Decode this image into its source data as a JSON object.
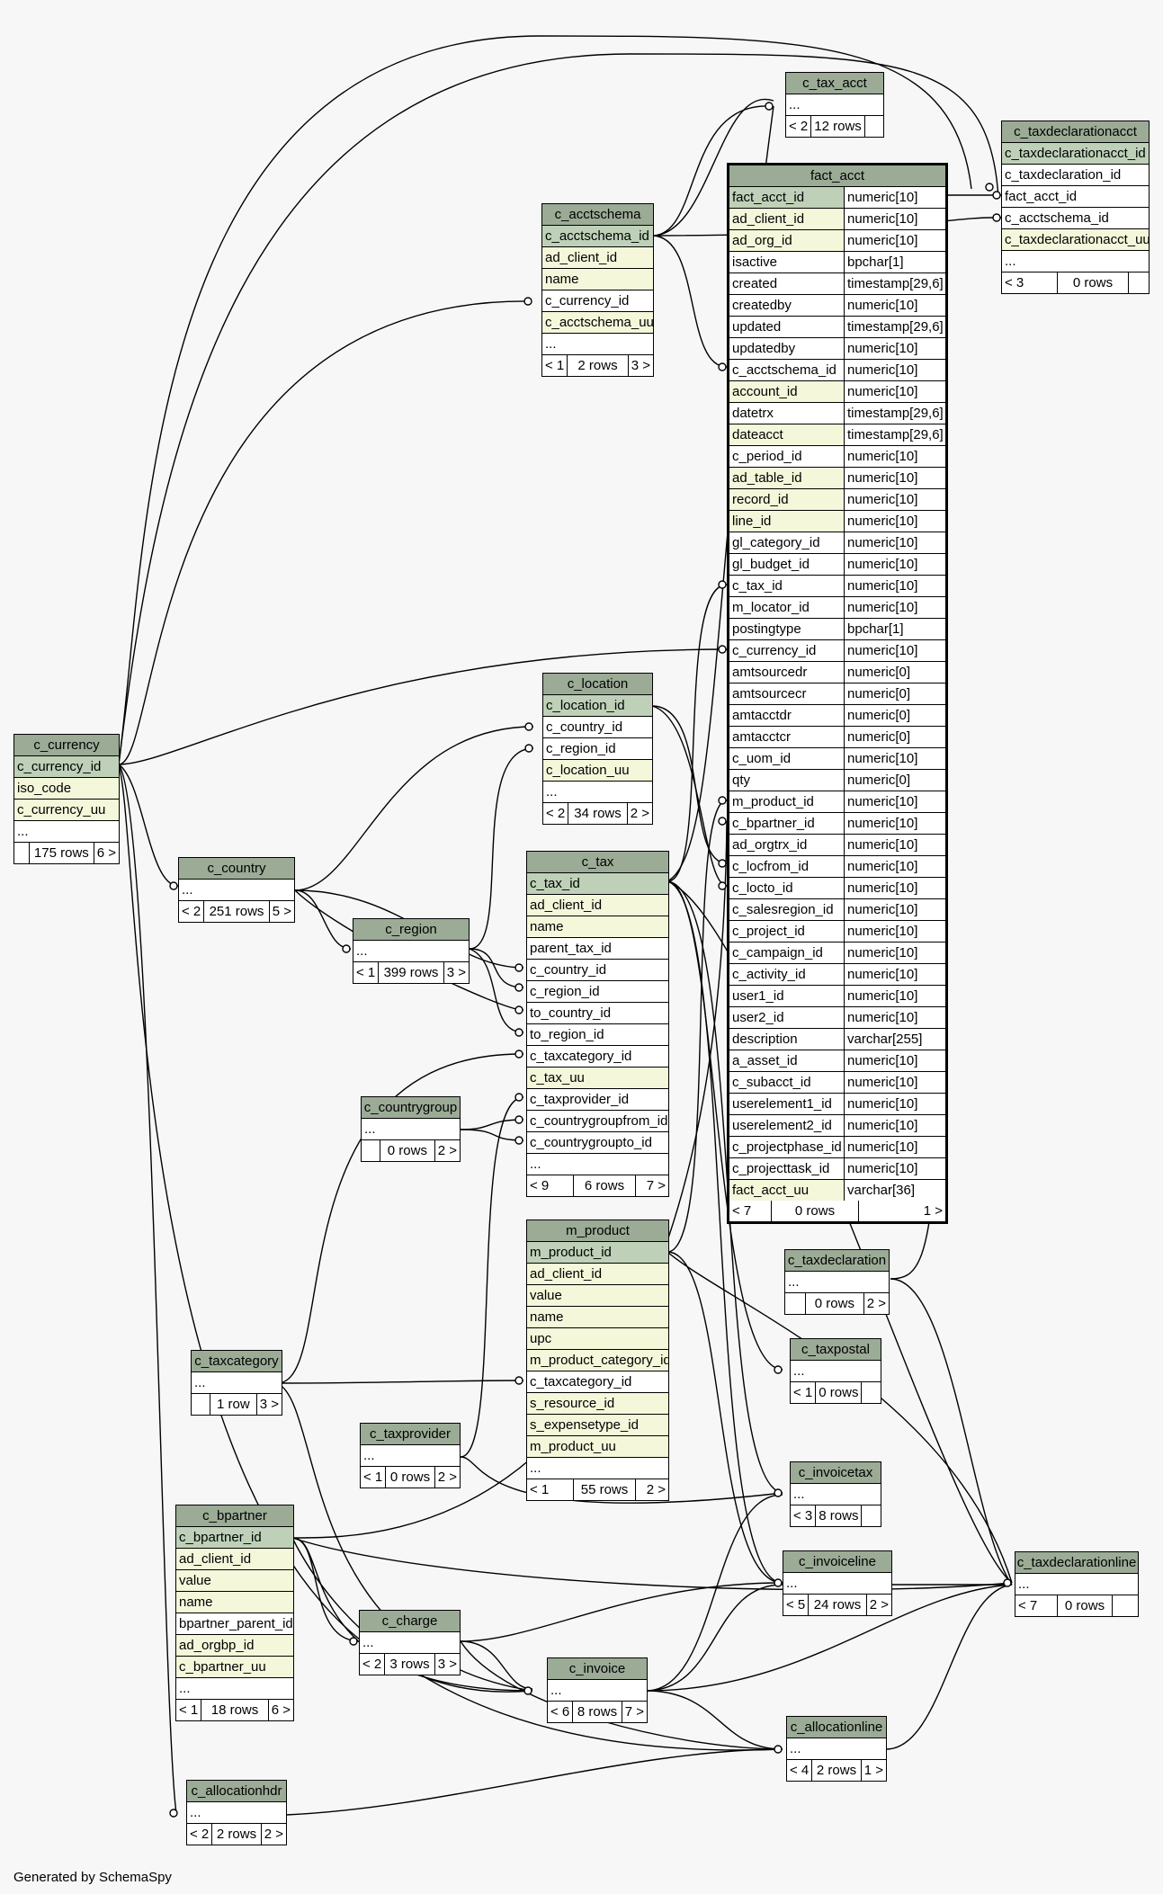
{
  "footer": "Generated by SchemaSpy",
  "colors": {
    "header": "#9bab96",
    "pk": "#bed1b8",
    "fk": "#f4f7da",
    "background": "#f7f7f7"
  },
  "tables": {
    "c_tax_acct": {
      "name": "c_tax_acct",
      "rows": [
        "..."
      ],
      "footer": [
        "< 2",
        "12 rows",
        ""
      ]
    },
    "c_taxdeclarationacct": {
      "name": "c_taxdeclarationacct",
      "rows": [
        "c_taxdeclarationacct_id",
        "c_taxdeclaration_id",
        "fact_acct_id",
        "c_acctschema_id",
        "c_taxdeclarationacct_uu",
        "..."
      ],
      "footer": [
        "< 3",
        "0 rows",
        ""
      ]
    },
    "c_acctschema": {
      "name": "c_acctschema",
      "rows": [
        "c_acctschema_id",
        "ad_client_id",
        "name",
        "c_currency_id",
        "c_acctschema_uu",
        "..."
      ],
      "footer": [
        "< 1",
        "2 rows",
        "3 >"
      ]
    },
    "fact_acct": {
      "name": "fact_acct",
      "columns": [
        [
          "fact_acct_id",
          "numeric[10]"
        ],
        [
          "ad_client_id",
          "numeric[10]"
        ],
        [
          "ad_org_id",
          "numeric[10]"
        ],
        [
          "isactive",
          "bpchar[1]"
        ],
        [
          "created",
          "timestamp[29,6]"
        ],
        [
          "createdby",
          "numeric[10]"
        ],
        [
          "updated",
          "timestamp[29,6]"
        ],
        [
          "updatedby",
          "numeric[10]"
        ],
        [
          "c_acctschema_id",
          "numeric[10]"
        ],
        [
          "account_id",
          "numeric[10]"
        ],
        [
          "datetrx",
          "timestamp[29,6]"
        ],
        [
          "dateacct",
          "timestamp[29,6]"
        ],
        [
          "c_period_id",
          "numeric[10]"
        ],
        [
          "ad_table_id",
          "numeric[10]"
        ],
        [
          "record_id",
          "numeric[10]"
        ],
        [
          "line_id",
          "numeric[10]"
        ],
        [
          "gl_category_id",
          "numeric[10]"
        ],
        [
          "gl_budget_id",
          "numeric[10]"
        ],
        [
          "c_tax_id",
          "numeric[10]"
        ],
        [
          "m_locator_id",
          "numeric[10]"
        ],
        [
          "postingtype",
          "bpchar[1]"
        ],
        [
          "c_currency_id",
          "numeric[10]"
        ],
        [
          "amtsourcedr",
          "numeric[0]"
        ],
        [
          "amtsourcecr",
          "numeric[0]"
        ],
        [
          "amtacctdr",
          "numeric[0]"
        ],
        [
          "amtacctcr",
          "numeric[0]"
        ],
        [
          "c_uom_id",
          "numeric[10]"
        ],
        [
          "qty",
          "numeric[0]"
        ],
        [
          "m_product_id",
          "numeric[10]"
        ],
        [
          "c_bpartner_id",
          "numeric[10]"
        ],
        [
          "ad_orgtrx_id",
          "numeric[10]"
        ],
        [
          "c_locfrom_id",
          "numeric[10]"
        ],
        [
          "c_locto_id",
          "numeric[10]"
        ],
        [
          "c_salesregion_id",
          "numeric[10]"
        ],
        [
          "c_project_id",
          "numeric[10]"
        ],
        [
          "c_campaign_id",
          "numeric[10]"
        ],
        [
          "c_activity_id",
          "numeric[10]"
        ],
        [
          "user1_id",
          "numeric[10]"
        ],
        [
          "user2_id",
          "numeric[10]"
        ],
        [
          "description",
          "varchar[255]"
        ],
        [
          "a_asset_id",
          "numeric[10]"
        ],
        [
          "c_subacct_id",
          "numeric[10]"
        ],
        [
          "userelement1_id",
          "numeric[10]"
        ],
        [
          "userelement2_id",
          "numeric[10]"
        ],
        [
          "c_projectphase_id",
          "numeric[10]"
        ],
        [
          "c_projecttask_id",
          "numeric[10]"
        ],
        [
          "fact_acct_uu",
          "varchar[36]"
        ]
      ],
      "footer": [
        "< 7",
        "0 rows",
        "1 >"
      ]
    },
    "c_location": {
      "name": "c_location",
      "rows": [
        "c_location_id",
        "c_country_id",
        "c_region_id",
        "c_location_uu",
        "..."
      ],
      "footer": [
        "< 2",
        "34 rows",
        "2 >"
      ]
    },
    "c_currency": {
      "name": "c_currency",
      "rows": [
        "c_currency_id",
        "iso_code",
        "c_currency_uu",
        "..."
      ],
      "footer": [
        "",
        "175 rows",
        "6 >"
      ]
    },
    "c_tax": {
      "name": "c_tax",
      "rows": [
        "c_tax_id",
        "ad_client_id",
        "name",
        "parent_tax_id",
        "c_country_id",
        "c_region_id",
        "to_country_id",
        "to_region_id",
        "c_taxcategory_id",
        "c_tax_uu",
        "c_taxprovider_id",
        "c_countrygroupfrom_id",
        "c_countrygroupto_id",
        "..."
      ],
      "footer": [
        "< 9",
        "6 rows",
        "7 >"
      ]
    },
    "c_country": {
      "name": "c_country",
      "rows": [
        "..."
      ],
      "footer": [
        "< 2",
        "251 rows",
        "5 >"
      ]
    },
    "c_region": {
      "name": "c_region",
      "rows": [
        "..."
      ],
      "footer": [
        "< 1",
        "399 rows",
        "3 >"
      ]
    },
    "c_countrygroup": {
      "name": "c_countrygroup",
      "rows": [
        "..."
      ],
      "footer": [
        "",
        "0 rows",
        "2 >"
      ]
    },
    "m_product": {
      "name": "m_product",
      "rows": [
        "m_product_id",
        "ad_client_id",
        "value",
        "name",
        "upc",
        "m_product_category_id",
        "c_taxcategory_id",
        "s_resource_id",
        "s_expensetype_id",
        "m_product_uu",
        "..."
      ],
      "footer": [
        "< 1",
        "55 rows",
        "2 >"
      ]
    },
    "c_taxdeclaration": {
      "name": "c_taxdeclaration",
      "rows": [
        "..."
      ],
      "footer": [
        "",
        "0 rows",
        "2 >"
      ]
    },
    "c_taxcategory": {
      "name": "c_taxcategory",
      "rows": [
        "..."
      ],
      "footer": [
        "",
        "1 row",
        "3 >"
      ]
    },
    "c_taxpostal": {
      "name": "c_taxpostal",
      "rows": [
        "..."
      ],
      "footer": [
        "< 1",
        "0 rows",
        ""
      ]
    },
    "c_taxprovider": {
      "name": "c_taxprovider",
      "rows": [
        "..."
      ],
      "footer": [
        "< 1",
        "0 rows",
        "2 >"
      ]
    },
    "c_invoicetax": {
      "name": "c_invoicetax",
      "rows": [
        "..."
      ],
      "footer": [
        "< 3",
        "8 rows",
        ""
      ]
    },
    "c_bpartner": {
      "name": "c_bpartner",
      "rows": [
        "c_bpartner_id",
        "ad_client_id",
        "value",
        "name",
        "bpartner_parent_id",
        "ad_orgbp_id",
        "c_bpartner_uu",
        "..."
      ],
      "footer": [
        "< 1",
        "18 rows",
        "6 >"
      ]
    },
    "c_invoiceline": {
      "name": "c_invoiceline",
      "rows": [
        "..."
      ],
      "footer": [
        "< 5",
        "24 rows",
        "2 >"
      ]
    },
    "c_taxdeclarationline": {
      "name": "c_taxdeclarationline",
      "rows": [
        "..."
      ],
      "footer": [
        "< 7",
        "0 rows",
        ""
      ]
    },
    "c_charge": {
      "name": "c_charge",
      "rows": [
        "..."
      ],
      "footer": [
        "< 2",
        "3 rows",
        "3 >"
      ]
    },
    "c_invoice": {
      "name": "c_invoice",
      "rows": [
        "..."
      ],
      "footer": [
        "< 6",
        "8 rows",
        "7 >"
      ]
    },
    "c_allocationline": {
      "name": "c_allocationline",
      "rows": [
        "..."
      ],
      "footer": [
        "< 4",
        "2 rows",
        "1 >"
      ]
    },
    "c_allocationhdr": {
      "name": "c_allocationhdr",
      "rows": [
        "..."
      ],
      "footer": [
        "< 2",
        "2 rows",
        "2 >"
      ]
    }
  }
}
